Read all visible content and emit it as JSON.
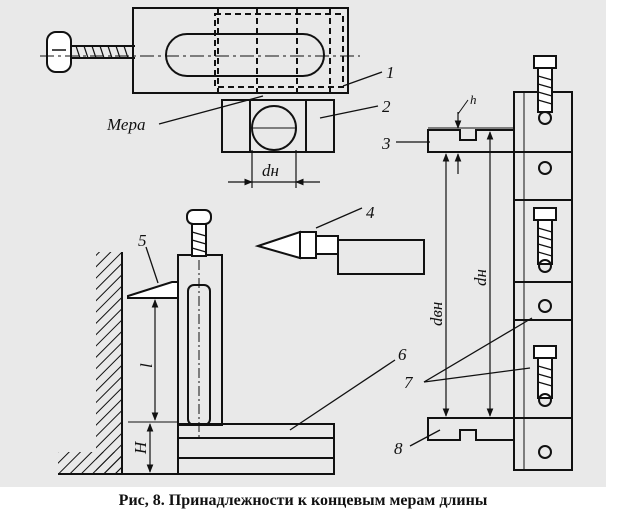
{
  "labels": {
    "mera": "Мера",
    "n1": "1",
    "n2": "2",
    "n3": "3",
    "n4": "4",
    "n5": "5",
    "n6": "6",
    "n7": "7",
    "n8": "8",
    "h": "h",
    "dn": "dн",
    "dn_vert": "dн",
    "dvn": "dвн",
    "l": "l",
    "H": "H"
  },
  "caption": "Рис, 8. Принадлежности к концевым мерам длины"
}
